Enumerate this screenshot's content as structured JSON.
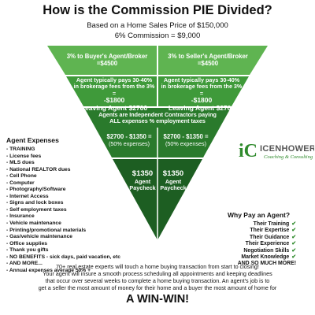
{
  "title": "How is the Commission PIE Divided?",
  "subtitle1": "Based on a Home Sales Price of $150,000",
  "subtitle2": "6% Commission = $9,000",
  "colors": {
    "green_light": "#5fb451",
    "green_mid": "#3f9a3a",
    "green_dark": "#2a7a2c",
    "green_darkest": "#1d5e22",
    "check": "#2f8a2c"
  },
  "funnel": {
    "row1_left_line1": "3% to Buyer's Agent/Broker",
    "row1_left_line2": "=$4500",
    "row1_right_line1": "3% to Seller's Agent/Broker",
    "row1_right_line2": "=$4500",
    "row2_left_line1": "Agent typically pays 30-40%",
    "row2_left_line2": "in brokerage fees from the 3% =",
    "row2_left_line3": "-$1800",
    "row2_left_line4": "Leaving Agent  $2700",
    "row2_right_line1": "Agent typically pays 30-40%",
    "row2_right_line2": "in brokerage fees from the 3% =",
    "row2_right_line3": "-$1800",
    "row2_right_line4": "Leaving Agent  $2700",
    "row3_header_line1": "Agents are Independent Contractors paying",
    "row3_header_line2": "ALL expenses % employment taxes",
    "row3_left_line1": "$2700 - $1350 =",
    "row3_left_line2": "(50% expenses)",
    "row3_right_line1": "$2700 - $1350 =",
    "row3_right_line2": "(50% expenses)",
    "row4_left_amount": "$1350",
    "row4_left_line2": "Agent",
    "row4_left_line3": "Paycheck",
    "row4_right_amount": "$1350",
    "row4_right_line2": "Agent",
    "row4_right_line3": "Paycheck"
  },
  "expenses": {
    "title": "Agent Expenses",
    "items": [
      "- TRAINING",
      "- License fees",
      "- MLS dues",
      "- National REALTOR dues",
      "- Cell Phone",
      "- Computer",
      "- Photography/Software",
      "- Internet Access",
      "- Signs and lock boxes",
      "- Self employment taxes",
      "- Insurance",
      "- Vehicle maintenance",
      "- Printing/promotional materials",
      "- Gas/vehicle maintenance",
      "- Office supplies",
      "- Thank you gifts",
      "- NO BENEFITS - sick days, paid vacation, etc",
      "- AND MORE...",
      "- Annual expenses average 50% +"
    ]
  },
  "logo": {
    "mark": "iC",
    "name": "ICENHOWER",
    "tagline": "Coaching & Consulting"
  },
  "why": {
    "title": "Why Pay an Agent?",
    "items": [
      "Their Training",
      "Their Expertise",
      "Their Guidance",
      "Their Experience",
      "Negotiation Skills",
      "Market Knowledge"
    ],
    "closing": "AND SO MUCH MORE!",
    "check_icon": "check-icon"
  },
  "footer": {
    "line1": "70+ real estate experts will touch a home buying transaction from start to closing!",
    "line2": "Your agent will insure a smooth process scheduling all appointments and keeping deadlines",
    "line3": "that occur over several weeks to complete a home buying transaction. An agent's job is to",
    "line4": "get a seller the most amount of money for their home and a buyer the most amount of home for",
    "win": "A WIN-WIN!"
  }
}
